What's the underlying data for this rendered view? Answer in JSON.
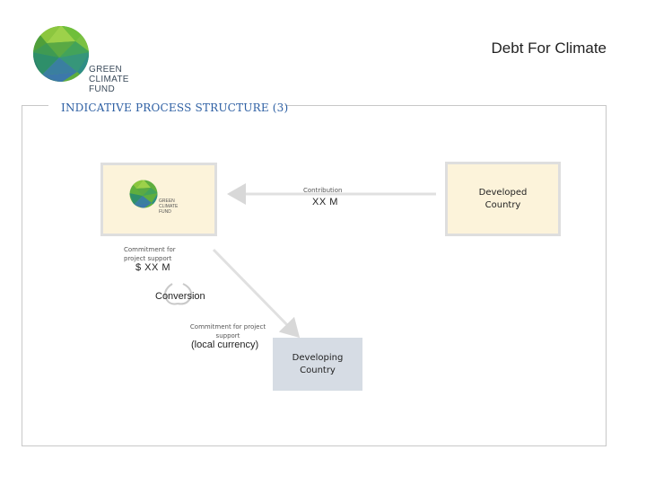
{
  "header": {
    "title": "Debt For Climate",
    "section_title": "INDICATIVE PROCESS STRUCTURE (3)"
  },
  "logo": {
    "lines": [
      "GREEN",
      "CLIMATE",
      "FUND"
    ]
  },
  "nodes": {
    "developed": {
      "lines": [
        "Developed",
        "Country"
      ]
    },
    "developing": {
      "lines": [
        "Developing",
        "Country"
      ]
    }
  },
  "flows": {
    "contribution": {
      "label": "Contribution",
      "value": "XX M"
    },
    "commitment": {
      "lines": [
        "Commitment for",
        "project support"
      ],
      "value": "$ XX M"
    },
    "conversion": {
      "label": "Conversion"
    },
    "local": {
      "lines": [
        "Commitment for project",
        "support"
      ],
      "value": "(local currency)"
    }
  },
  "colors": {
    "title_blue": "#2d5fa3",
    "box_cream": "#fcf3da",
    "box_grey": "#d6dce4",
    "arrow_grey": "#e0e0e0"
  }
}
